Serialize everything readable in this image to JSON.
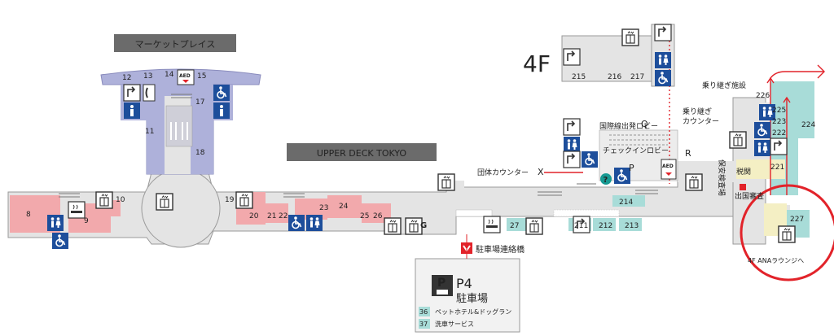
{
  "floor_label": "4F",
  "zones": {
    "market": "マーケットプレイス",
    "upper_deck": "UPPER DECK TOKYO"
  },
  "labels": {
    "intl_lobby": "国際線出発ロビー",
    "checkin_lobby": "チェックインロビー",
    "group_counter": "団体カウンター",
    "transfer_facility": "乗り継ぎ施設",
    "transfer_counter_1": "乗り継ぎ",
    "transfer_counter_2": "カウンター",
    "security": "保安検査場",
    "customs": "税関",
    "immigration": "出国審査",
    "parking_link": "駐車場連絡橋",
    "ana_lounge": "4F ANAラウンジへ",
    "aed": "AED"
  },
  "gate_letters": {
    "q": "Q",
    "p": "P",
    "r": "R",
    "x": "X",
    "g": "G"
  },
  "parking": {
    "code": "P4",
    "name": "駐車場",
    "services": [
      {
        "num": "36",
        "text": "ペットホテル&ドッグラン"
      },
      {
        "num": "37",
        "text": "洗車サービス"
      }
    ]
  },
  "shops": {
    "s8": "8",
    "s9": "9",
    "s10": "10",
    "s11": "11",
    "s12": "12",
    "s13": "13",
    "s14": "14",
    "s15": "15",
    "s17": "17",
    "s18": "18",
    "s19": "19",
    "s20": "20",
    "s21": "21",
    "s22": "22",
    "s23": "23",
    "s24": "24",
    "s25": "25",
    "s26": "26",
    "s27": "27",
    "s211": "211",
    "s212": "212",
    "s213": "213",
    "s214": "214",
    "s215": "215",
    "s216": "216",
    "s217": "217",
    "s221": "221",
    "s222": "222",
    "s223": "223",
    "s224": "224",
    "s225": "225",
    "s226": "226",
    "s227": "227"
  },
  "colors": {
    "corridor": "#e4e4e4",
    "corridor_edge": "#9a9a9a",
    "lavender": "#aeb1da",
    "pink": "#f2a9ac",
    "teal": "#a8dcd8",
    "cream": "#f4efc4",
    "service_blue": "#1d4e9b",
    "accent_red": "#e2232a",
    "help_teal": "#179a93"
  }
}
